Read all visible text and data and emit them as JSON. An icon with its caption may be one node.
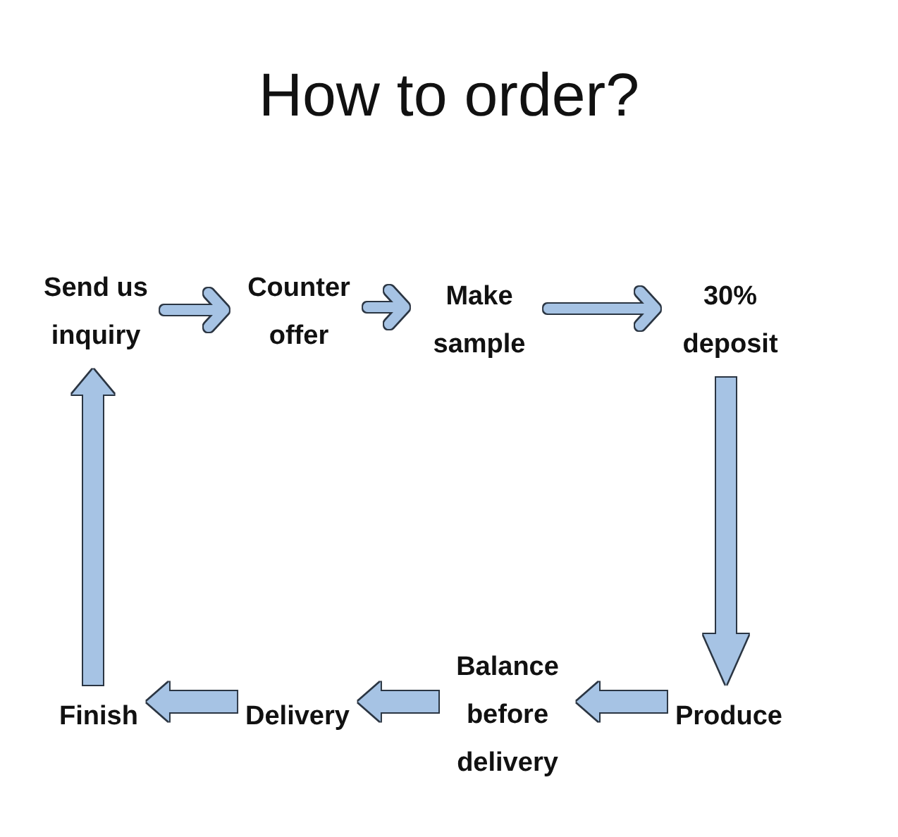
{
  "diagram": {
    "title": "How to order?",
    "nodes": [
      {
        "text": [
          "Send us inquiry"
        ]
      },
      {
        "text": [
          "Counter offer"
        ]
      },
      {
        "text": [
          "Make sample"
        ]
      },
      {
        "text": [
          "30% deposit"
        ]
      },
      {
        "text": [
          "Finish"
        ]
      },
      {
        "text": [
          "Delivery"
        ]
      },
      {
        "text": [
          "Balance before delivery"
        ]
      },
      {
        "text": [
          "Produce"
        ]
      }
    ],
    "edges": [
      {
        "from": 0,
        "to": 1,
        "arrow": "to"
      },
      {
        "from": 1,
        "to": 2,
        "arrow": "to"
      },
      {
        "from": 2,
        "to": 3,
        "arrow": "to"
      },
      {
        "from": 3,
        "to": 7,
        "arrow": "to"
      },
      {
        "from": 7,
        "to": 6,
        "arrow": "to"
      },
      {
        "from": 6,
        "to": 5,
        "arrow": "to"
      },
      {
        "from": 5,
        "to": 4,
        "arrow": "to"
      },
      {
        "from": 4,
        "to": 0,
        "arrow": "to"
      }
    ]
  }
}
